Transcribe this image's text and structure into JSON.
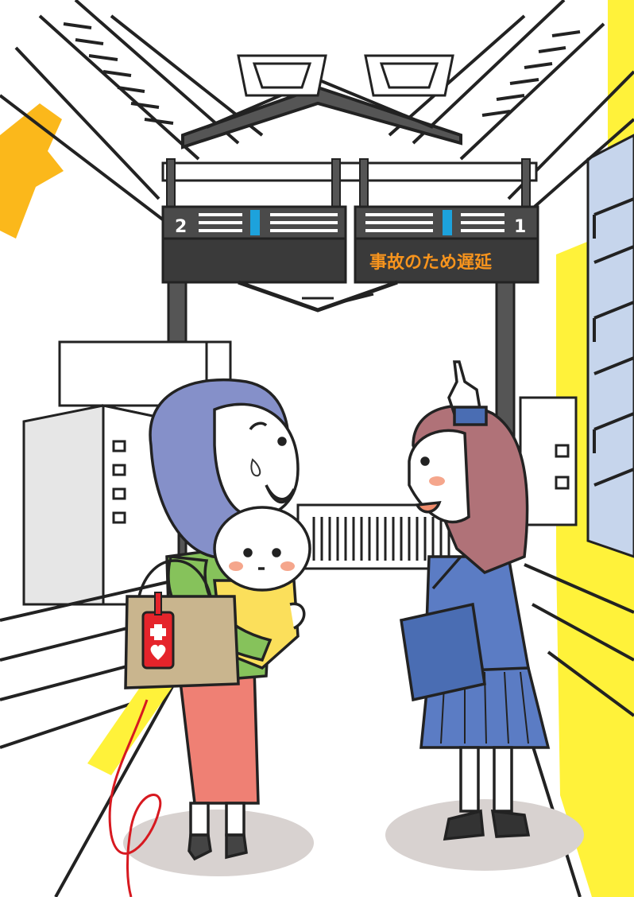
{
  "boards": {
    "left": {
      "platform_number": "2",
      "message": ""
    },
    "right": {
      "platform_number": "1",
      "message": "事故のため遅延"
    }
  },
  "colors": {
    "board_dark": "#3a3a3a",
    "board_top": "#4a4a4a",
    "message_text": "#f7941d",
    "accent_blue": "#1da2dc",
    "yellow": "#fff23a",
    "sky_blue": "#c6d5ec",
    "orange_burst": "#fbb81b",
    "mother_scarf": "#8590c9",
    "mother_skirt": "#ef8074",
    "mother_cardigan": "#86c25b",
    "bag": "#c9b58e",
    "help_mark": "#e5242b",
    "school_uniform": "#5b7cc4",
    "student_hair": "#b07278",
    "baby_wrap": "#fbdf5b"
  },
  "icons": [
    "help-mark-icon"
  ]
}
